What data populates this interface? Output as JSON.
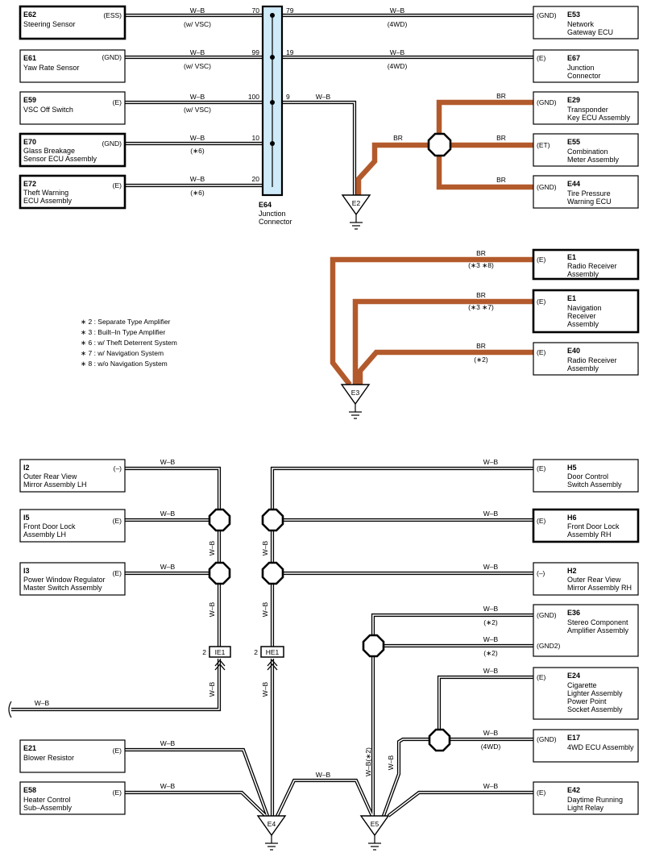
{
  "components": {
    "e62": {
      "code": "E62",
      "name": [
        "Steering Sensor"
      ],
      "pin": "(ESS)"
    },
    "e61": {
      "code": "E61",
      "name": [
        "Yaw Rate Sensor"
      ],
      "pin": "(GND)"
    },
    "e59": {
      "code": "E59",
      "name": [
        "VSC Off Switch"
      ],
      "pin": "(E)"
    },
    "e70": {
      "code": "E70",
      "name": [
        "Glass Breakage",
        "Sensor ECU Assembly"
      ],
      "pin": "(GND)"
    },
    "e72": {
      "code": "E72",
      "name": [
        "Theft Warning",
        "ECU Assembly"
      ],
      "pin": "(E)"
    },
    "e53": {
      "code": "E53",
      "name": [
        "Network",
        "Gateway ECU"
      ],
      "pin": "(GND)"
    },
    "e67": {
      "code": "E67",
      "name": [
        "Junction",
        "Connector"
      ],
      "pin": "(E)"
    },
    "e29": {
      "code": "E29",
      "name": [
        "Transponder",
        "Key ECU Assembly"
      ],
      "pin": "(GND)"
    },
    "e55": {
      "code": "E55",
      "name": [
        "Combination",
        "Meter Assembly"
      ],
      "pin": "(ET)"
    },
    "e44": {
      "code": "E44",
      "name": [
        "Tire Pressure",
        "Warning ECU"
      ],
      "pin": "(GND)"
    },
    "e1a": {
      "code": "E1",
      "name": [
        "Radio Receiver",
        "Assembly"
      ],
      "pin": "(E)"
    },
    "e1b": {
      "code": "E1",
      "name": [
        "Navigation",
        "Receiver",
        "Assembly"
      ],
      "pin": "(E)"
    },
    "e40": {
      "code": "E40",
      "name": [
        "Radio Receiver",
        "Assembly"
      ],
      "pin": "(E)"
    },
    "i2": {
      "code": "I2",
      "name": [
        "Outer Rear View",
        "Mirror Assembly LH"
      ],
      "pin": "(–)"
    },
    "i5": {
      "code": "I5",
      "name": [
        "Front Door Lock",
        "Assembly LH"
      ],
      "pin": "(E)"
    },
    "i3": {
      "code": "I3",
      "name": [
        "Power Window Regulator",
        "Master Switch Assembly"
      ],
      "pin": "(E)"
    },
    "e21": {
      "code": "E21",
      "name": [
        "Blower Resistor"
      ],
      "pin": "(E)"
    },
    "e58": {
      "code": "E58",
      "name": [
        "Heater Control",
        "Sub–Assembly"
      ],
      "pin": "(E)"
    },
    "h5": {
      "code": "H5",
      "name": [
        "Door Control",
        "Switch Assembly"
      ],
      "pin": "(E)"
    },
    "h6": {
      "code": "H6",
      "name": [
        "Front Door Lock",
        "Assembly RH"
      ],
      "pin": "(E)"
    },
    "h2": {
      "code": "H2",
      "name": [
        "Outer Rear View",
        "Mirror Assembly RH"
      ],
      "pin": "(–)"
    },
    "e36": {
      "code": "E36",
      "name": [
        "Stereo Component",
        "Amplifier Assembly"
      ],
      "pin": "(GND)",
      "pin2": "(GND2)"
    },
    "e24": {
      "code": "E24",
      "name": [
        "Cigarette",
        "Lighter Assembly",
        "Power Point",
        "Socket Assembly"
      ],
      "pin": "(E)"
    },
    "e17": {
      "code": "E17",
      "name": [
        "4WD ECU Assembly"
      ],
      "pin": "(GND)"
    },
    "e42": {
      "code": "E42",
      "name": [
        "Daytime Running",
        "Light Relay"
      ],
      "pin": "(E)"
    }
  },
  "junction_connector": {
    "code": "E64",
    "name": [
      "Junction",
      "Connector"
    ]
  },
  "grounds": {
    "e2": "E2",
    "e3": "E3",
    "e4": "E4",
    "e5": "E5"
  },
  "connectors": {
    "ie1": "IE1",
    "he1": "HE1",
    "pin": "2"
  },
  "pins": {
    "p70": "70",
    "p79": "79",
    "p99": "99",
    "p19": "19",
    "p100": "100",
    "p9": "9",
    "p10": "10",
    "p20": "20"
  },
  "wire_colors": {
    "wb": "W–B",
    "br": "BR",
    "wb2": "W–B(∗2)"
  },
  "conditions": {
    "vsc": "(w/ VSC)",
    "fwd": "(4WD)",
    "s6": "(∗6)",
    "s2": "(∗2)",
    "s38": "(∗3 ∗8)",
    "s37": "(∗3 ∗7)"
  },
  "notes": [
    "∗ 2 : Separate Type Amplifier",
    "∗ 3 : Built–In Type Amplifier",
    "∗ 6 : w/ Theft Deterrent System",
    "∗ 7 : w/ Navigation System",
    "∗ 8 : w/o Navigation System"
  ],
  "colors": {
    "wire_br": "#b35a2c",
    "junction_fill": "#cfeaf8"
  }
}
